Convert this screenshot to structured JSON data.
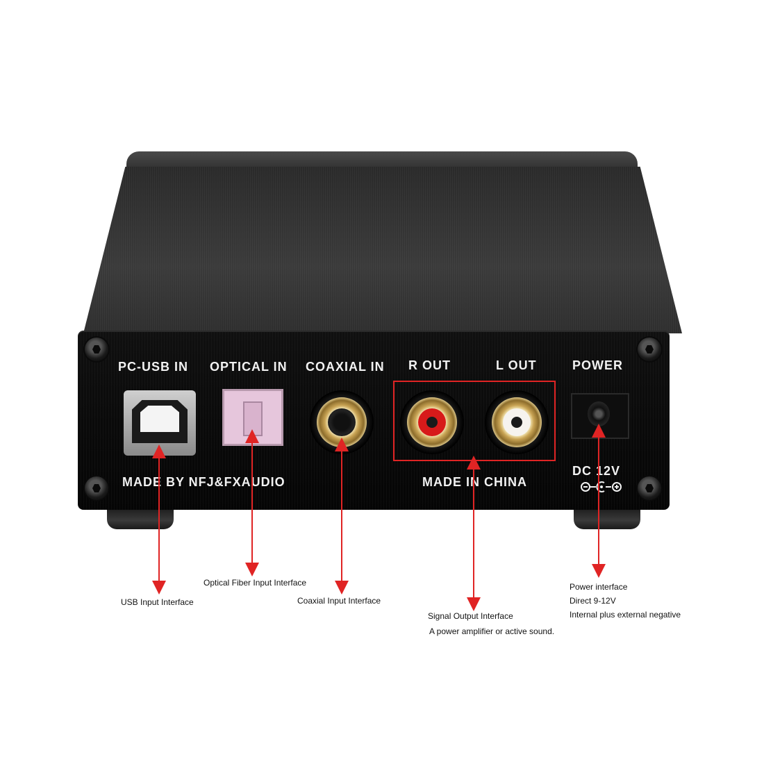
{
  "panel_labels": {
    "usb": "PC-USB IN",
    "optical": "OPTICAL IN",
    "coaxial": "COAXIAL IN",
    "r_out": "R OUT",
    "l_out": "L OUT",
    "power": "POWER",
    "maker": "MADE BY NFJ&FXAUDIO",
    "origin": "MADE IN CHINA",
    "dc_rating": "DC 12V"
  },
  "captions": {
    "usb": "USB Input Interface",
    "optical": "Optical Fiber Input Interface",
    "coaxial": "Coaxial Input Interface",
    "output_line1": "Signal Output Interface",
    "output_line2": "A power amplifier or active sound.",
    "power_line1": "Power interface",
    "power_line2": "Direct 9-12V",
    "power_line3": "Internal plus external negative"
  },
  "colors": {
    "annotation": "#e02424",
    "right_channel": "#d71a1a",
    "left_channel": "#f6f3ee"
  },
  "icons": {
    "polarity": "dc-polarity-icon"
  }
}
